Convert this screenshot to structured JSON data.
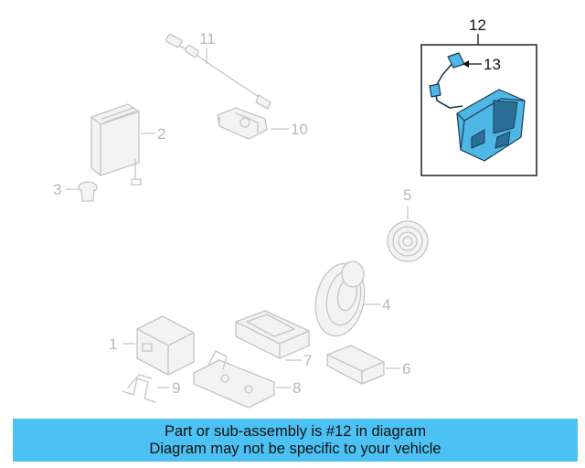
{
  "callouts": {
    "c1": "1",
    "c2": "2",
    "c3": "3",
    "c4": "4",
    "c5": "5",
    "c6": "6",
    "c7": "7",
    "c8": "8",
    "c9": "9",
    "c10": "10",
    "c11": "11",
    "c12": "12",
    "c13": "13"
  },
  "banner": {
    "line1": "Part or sub-assembly is #12 in diagram",
    "line2": "Diagram may not be specific to your vehicle"
  },
  "colors": {
    "highlight": "#4fb7e6",
    "banner": "#4cc2f4",
    "ghost": "#c4c4c4"
  }
}
